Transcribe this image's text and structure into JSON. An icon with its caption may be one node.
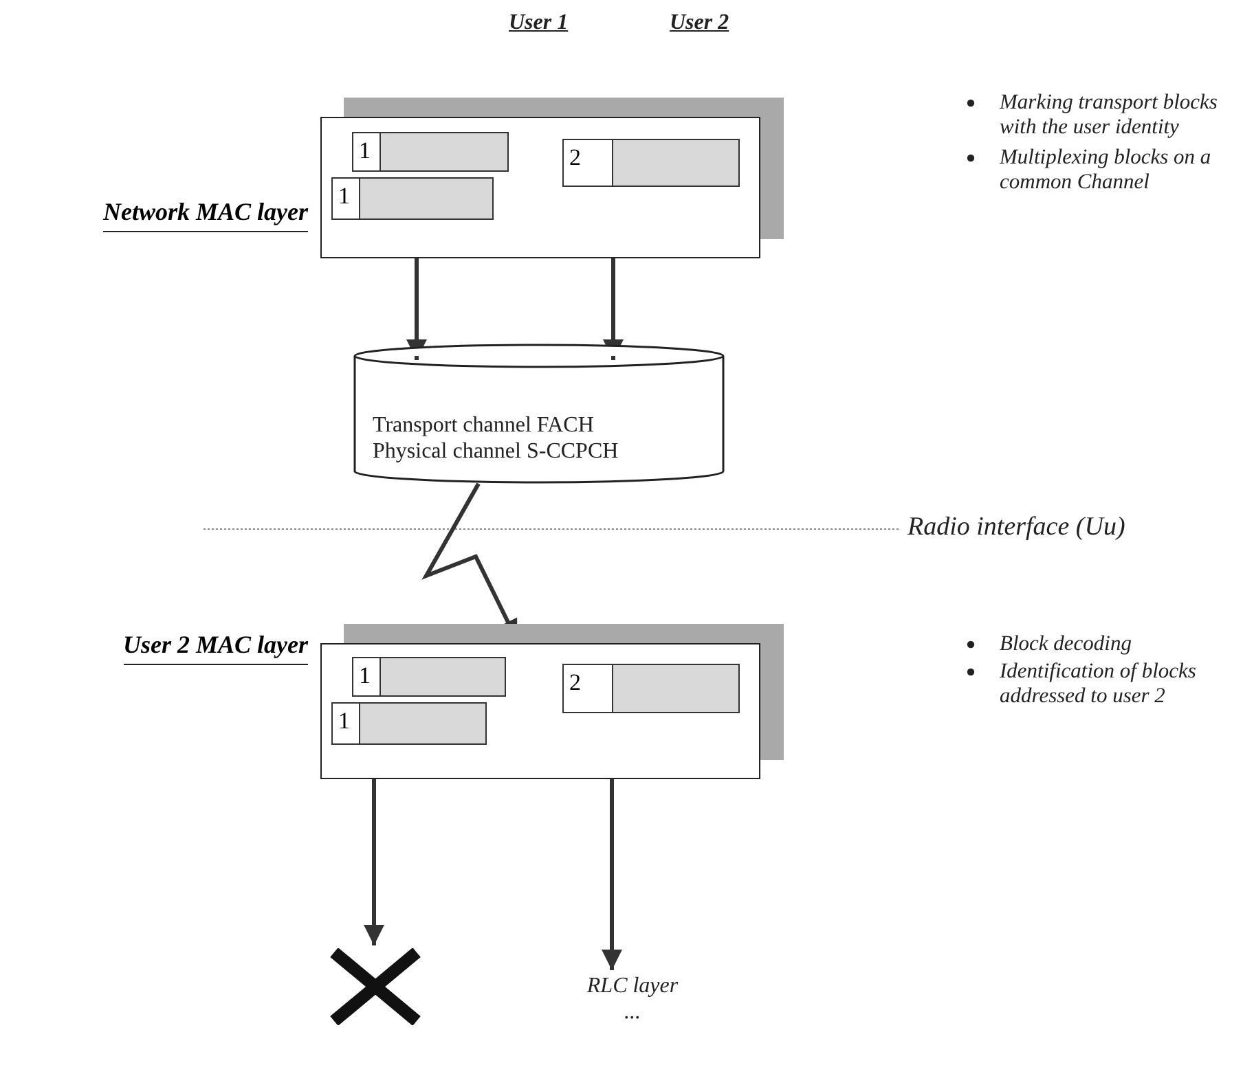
{
  "diagram": {
    "nodes": [
      {
        "text": [
          "Network MAC layer"
        ]
      },
      {
        "text": [
          "1"
        ],
        "in": 0
      },
      {
        "text": [
          "1"
        ],
        "in": 0
      },
      {
        "text": [
          "2"
        ],
        "in": 0
      },
      {
        "text": [
          "Transport channel FACH Physical channel S-CCPCH"
        ]
      },
      {
        "text": [
          "User 2 MAC layer"
        ]
      },
      {
        "text": [
          "1"
        ],
        "in": 5
      },
      {
        "text": [
          "1"
        ],
        "in": 5
      },
      {
        "text": [
          "2"
        ],
        "in": 5
      },
      {
        "text": [],
        "shape": "cross"
      },
      {
        "text": [
          "RLC layer",
          "..."
        ]
      }
    ],
    "edges": [
      {
        "from": 0,
        "to": 4,
        "arrow": "to"
      },
      {
        "from": 0,
        "to": 4,
        "arrow": "to"
      },
      {
        "from": 4,
        "to": 5,
        "arrow": "to"
      },
      {
        "from": 5,
        "to": 9,
        "arrow": "to"
      },
      {
        "from": 5,
        "to": 10,
        "arrow": "to"
      }
    ],
    "labels": [
      "User 1",
      "User 2",
      "Marking transport blocks with the user identity",
      "Multiplexing blocks on a common Channel",
      "Radio interface (Uu)",
      "Block decoding",
      "Identification of blocks addressed to user 2"
    ]
  }
}
